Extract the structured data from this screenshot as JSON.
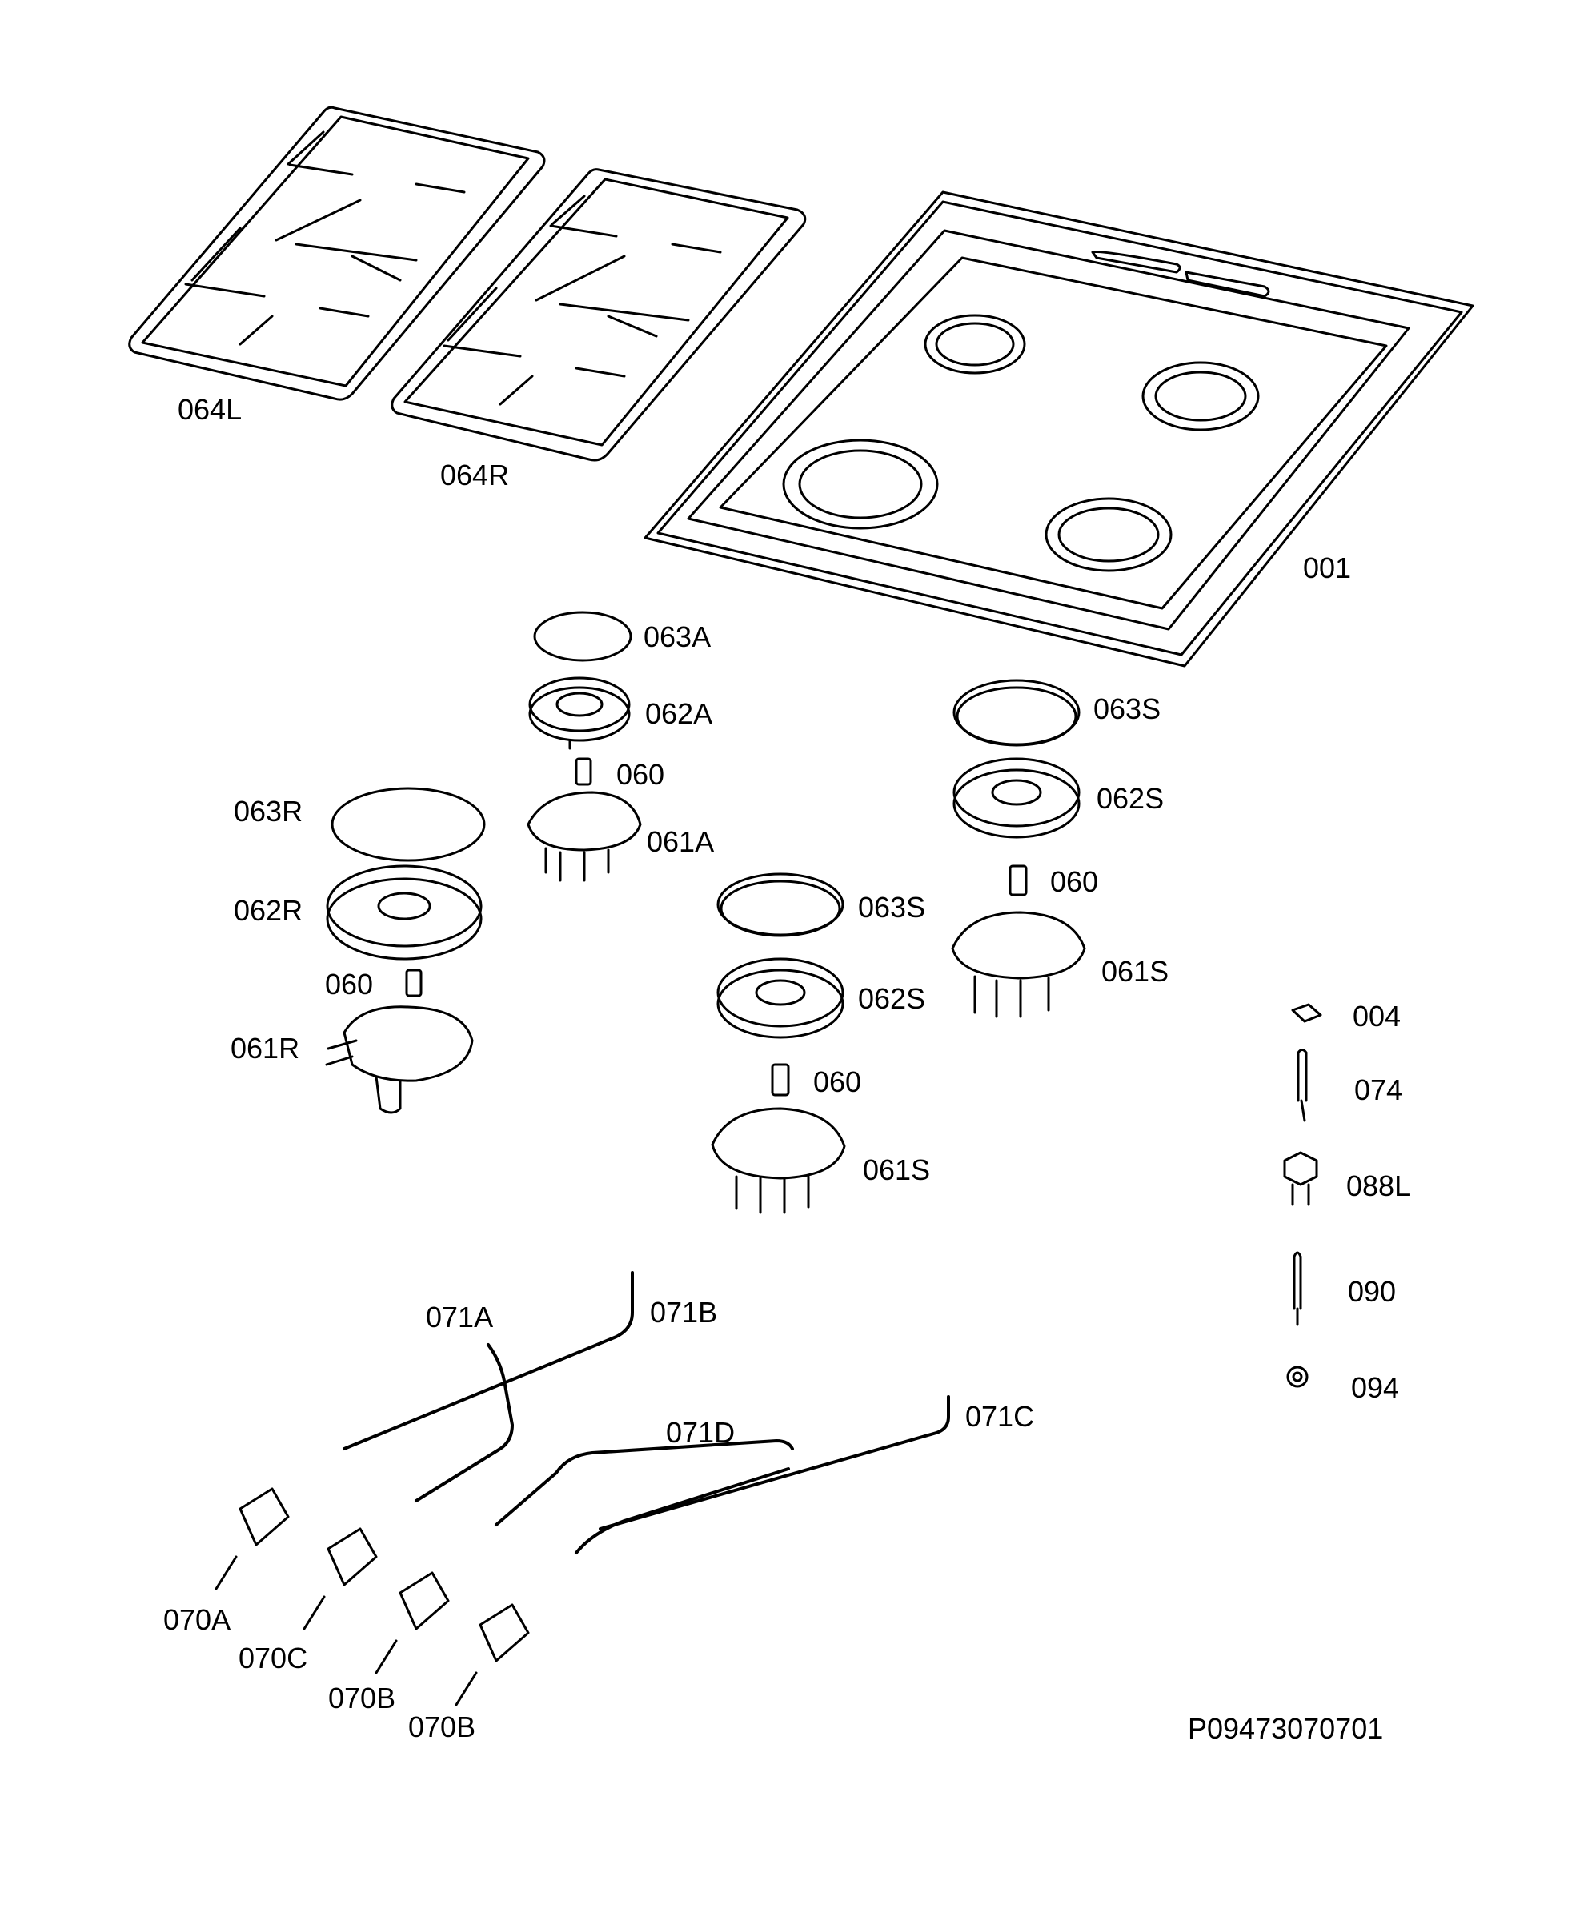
{
  "diagram": {
    "labels": {
      "l064L": "064L",
      "l064R": "064R",
      "l001": "001",
      "l063A": "063A",
      "l062A": "062A",
      "l060a": "060",
      "l061A": "061A",
      "l063R": "063R",
      "l062R": "062R",
      "l060r": "060",
      "l061R": "061R",
      "l063S1": "063S",
      "l062S1": "062S",
      "l060s1": "060",
      "l061S1": "061S",
      "l063S2": "063S",
      "l062S2": "062S",
      "l060s2": "060",
      "l061S2": "061S",
      "l004": "004",
      "l074": "074",
      "l088L": "088L",
      "l090": "090",
      "l094": "094",
      "l071A": "071A",
      "l071B": "071B",
      "l071C": "071C",
      "l071D": "071D",
      "l070A": "070A",
      "l070C": "070C",
      "l070B1": "070B",
      "l070B2": "070B",
      "reference": "P09473070701"
    }
  }
}
